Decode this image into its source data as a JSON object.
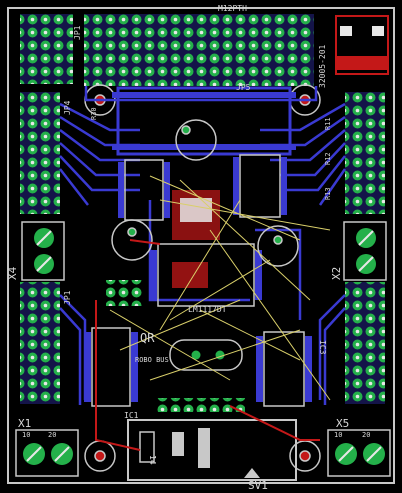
{
  "board": {
    "title": "PCB layout view",
    "colors": {
      "background": "#000000",
      "outline": "#c8c8c8",
      "silk": "#d8d8d8",
      "top_copper": "#c41818",
      "bottom_copper": "#3a3ad2",
      "pad": "#24b04a",
      "airwire": "#d9cf6a"
    }
  },
  "labels": {
    "m12pth": "M12PTH",
    "jp1_top": "JP1",
    "jp4": "JP4",
    "jp5": "JP5",
    "jp1_mid": "JP1",
    "x4": "X4",
    "x2": "X2",
    "x1": "X1",
    "x5": "X5",
    "sv1": "SV1",
    "ic1": "IC1",
    "ic3": "IC3",
    "robo_bus": "ROBO BUS",
    "lm1117": "LM1117DT",
    "qr": "QR",
    "r30": "R30",
    "r11": "R11",
    "r12": "R12",
    "r13": "R13",
    "cable_top": "32005-201",
    "num_14": "14",
    "num_20a": "20",
    "num_10a": "10",
    "num_20b": "20",
    "num_10b": "10"
  }
}
